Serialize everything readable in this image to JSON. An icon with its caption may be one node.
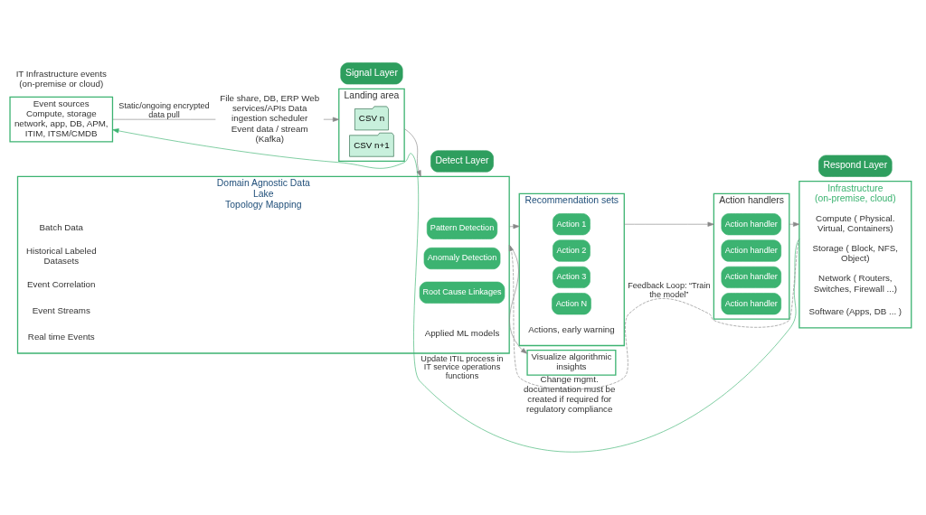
{
  "diagram": {
    "nodes": [
      {
        "text": [
          "Event sources",
          "Compute, storage network, app, DB, APM, ITIM, ITSM/CMDB"
        ]
      },
      {
        "text": [
          "File share, DB, ERP Web services/APIs Data ingestion scheduler Event data / stream (Kafka)"
        ]
      },
      {
        "text": [
          "Landing area"
        ]
      },
      {
        "text": [
          "CSV n"
        ],
        "in": 2
      },
      {
        "text": [
          "CSV n+1"
        ],
        "in": 2
      },
      {
        "text": [
          "Domain Agnostic Data Lake",
          "Topology Mapping"
        ]
      },
      {
        "text": [
          "Pattern Detection"
        ],
        "in": 5
      },
      {
        "text": [
          "Anomaly Detection"
        ],
        "in": 5
      },
      {
        "text": [
          "Root Cause Linkages"
        ],
        "in": 5
      },
      {
        "text": [
          "Applied ML models"
        ],
        "in": 5
      },
      {
        "text": [
          "Recommendation sets"
        ],
        "beside": [
          "Actions, early warning"
        ]
      },
      {
        "text": [
          "Action 1"
        ],
        "in": 10
      },
      {
        "text": [
          "Action 2"
        ],
        "in": 10
      },
      {
        "text": [
          "Action 3"
        ],
        "in": 10
      },
      {
        "text": [
          "Action N"
        ],
        "in": 10
      },
      {
        "text": [
          "Action handlers"
        ]
      },
      {
        "text": [
          "Action handler"
        ],
        "in": 15
      },
      {
        "text": [
          "Action handler"
        ],
        "in": 15
      },
      {
        "text": [
          "Action handler"
        ],
        "in": 15
      },
      {
        "text": [
          "Action handler"
        ],
        "in": 15
      },
      {
        "text": [
          "Visualize algorithmic insights"
        ],
        "beside": [
          "Change mgmt. documentation must be created if required for regulatory compliance"
        ]
      },
      {
        "text": [
          "Infrastructure (on-premise, cloud)"
        ]
      },
      {
        "text": [
          "Compute ( Physical. Virtual, Containers)"
        ],
        "in": 21
      },
      {
        "text": [
          "Storage ( Block, NFS, Object)"
        ],
        "in": 21
      },
      {
        "text": [
          "Network ( Routers, Switches, Firewall ...)"
        ],
        "in": 21
      },
      {
        "text": [
          "Software (Apps, DB ... )"
        ],
        "in": 21
      },
      {
        "text": [
          "Signal Layer"
        ]
      },
      {
        "text": [
          "Detect Layer"
        ]
      },
      {
        "text": [
          "Respond Layer"
        ]
      }
    ],
    "edges": [
      {
        "from": 0,
        "to": 1,
        "arrow": "none",
        "label": "Static/ongoing encrypted data pull"
      },
      {
        "from": 1,
        "to": 2,
        "arrow": "to"
      },
      {
        "from": 2,
        "to": 5,
        "arrow": "to"
      },
      {
        "from": 5,
        "to": 10,
        "arrow": "to"
      },
      {
        "from": 5,
        "to": 20,
        "arrow": "to"
      },
      {
        "from": 10,
        "to": 15,
        "arrow": "to"
      },
      {
        "from": 15,
        "to": 21,
        "arrow": "to"
      },
      {
        "from": 21,
        "to": 0,
        "arrow": "to",
        "label": "Update ITIL process in IT service operations functions",
        "color": "#3cb371"
      },
      {
        "from": 21,
        "to": 5,
        "arrow": "to",
        "label": "Feedback Loop: “Train the model”",
        "style": "dashed"
      }
    ],
    "labels": [
      "IT Infrastructure events (on-premise or cloud)",
      "Batch Data",
      "Historical Labeled Datasets",
      "Event Correlation",
      "Event Streams",
      "Real time Events"
    ]
  }
}
